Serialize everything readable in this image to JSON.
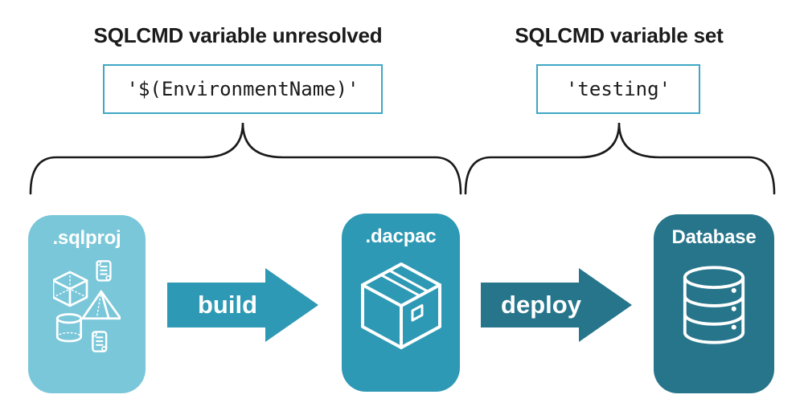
{
  "titles": {
    "left": "SQLCMD variable unresolved",
    "right": "SQLCMD variable set"
  },
  "code_boxes": {
    "unresolved_value": "'$(EnvironmentName)'",
    "set_value": "'testing'"
  },
  "pipeline": {
    "stages": [
      {
        "label": ".sqlproj",
        "icon": "sql-project-objects-icon",
        "color": "#79C7D9"
      },
      {
        "label": ".dacpac",
        "icon": "package-icon",
        "color": "#2D99B4"
      },
      {
        "label": "Database",
        "icon": "database-icon",
        "color": "#26758B"
      }
    ],
    "arrows": [
      {
        "label": "build",
        "color": "#2D99B4"
      },
      {
        "label": "deploy",
        "color": "#26758B"
      }
    ]
  },
  "colors": {
    "code_box_border": "#3FA8C5",
    "brace": "#1A1A1A",
    "background": "#FFFFFF",
    "heading_text": "#1B1B1B",
    "icon_stroke": "#FFFFFF"
  }
}
